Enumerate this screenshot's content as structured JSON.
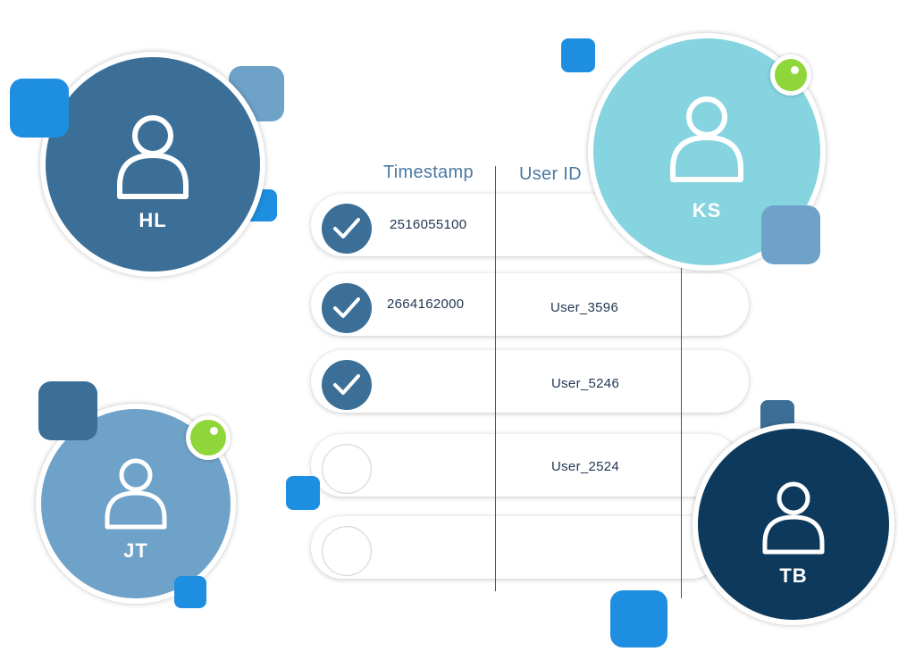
{
  "table": {
    "headers": {
      "timestamp": "Timestamp",
      "user_id": "User ID"
    },
    "rows": [
      {
        "checked": true,
        "timestamp": "2516055100",
        "user_id": ""
      },
      {
        "checked": true,
        "timestamp": "2664162000",
        "user_id": "User_3596"
      },
      {
        "checked": true,
        "timestamp": "",
        "user_id": "User_5246"
      },
      {
        "checked": false,
        "timestamp": "",
        "user_id": "User_2524"
      },
      {
        "checked": false,
        "timestamp": "",
        "user_id": ""
      }
    ]
  },
  "avatars": [
    {
      "initials": "HL",
      "color": "#3b6f97",
      "online": false
    },
    {
      "initials": "KS",
      "color": "#86d4e0",
      "online": true
    },
    {
      "initials": "JT",
      "color": "#6fa2c9",
      "online": true
    },
    {
      "initials": "TB",
      "color": "#0d3a5c",
      "online": false
    }
  ],
  "colors": {
    "accent_blue": "#1e8ee0",
    "steel_blue": "#6fa2c9",
    "dark_blue": "#3b6f97",
    "online_green": "#8fd63a"
  },
  "icons": {
    "avatar": "person-icon",
    "check": "checkmark-icon",
    "status": "online-status-icon"
  }
}
